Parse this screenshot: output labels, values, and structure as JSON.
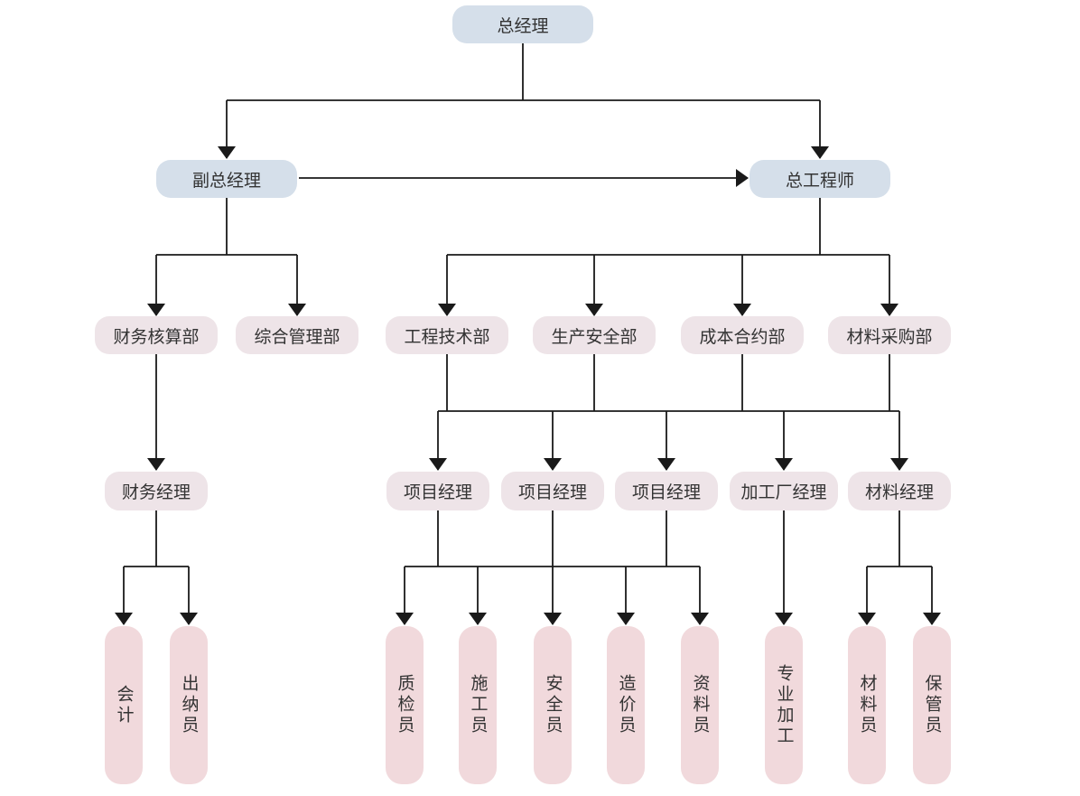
{
  "colors": {
    "top_fill": "#d5dfea",
    "department_fill": "#eee4e8",
    "staff_fill": "#f1d9dc",
    "line": "#1a1a1a",
    "text": "#333333"
  },
  "org": {
    "general_manager": "总经理",
    "deputy_general_manager": "副总经理",
    "chief_engineer": "总工程师",
    "finance_accounting_dept": "财务核算部",
    "general_management_dept": "综合管理部",
    "engineering_tech_dept": "工程技术部",
    "production_safety_dept": "生产安全部",
    "cost_contract_dept": "成本合约部",
    "material_procurement_dept": "材料采购部",
    "finance_manager": "财务经理",
    "project_manager_1": "项目经理",
    "project_manager_2": "项目经理",
    "project_manager_3": "项目经理",
    "factory_manager": "加工厂经理",
    "material_manager": "材料经理",
    "accountant": "会计",
    "cashier": "出纳员",
    "quality_inspector": "质检员",
    "constructor": "施工员",
    "safety_officer": "安全员",
    "cost_estimator": "造价员",
    "documentation_clerk": "资料员",
    "specialized_processing": "专业加工",
    "materials_clerk": "材料员",
    "storekeeper": "保管员"
  }
}
